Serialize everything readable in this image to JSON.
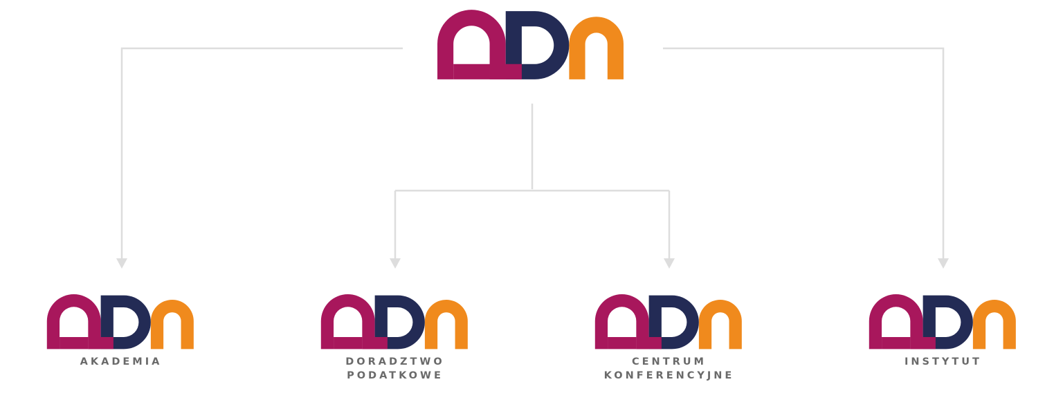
{
  "brand": {
    "name": "ADN",
    "colors": {
      "magenta": "#A8175C",
      "navy": "#232B55",
      "orange": "#F08A1D",
      "connector": "#DDDDDD",
      "label": "#6A6A6A"
    }
  },
  "diagram": {
    "root": {
      "label": "ADN"
    },
    "children": [
      {
        "id": "akademia",
        "label_lines": [
          "AKADEMIA"
        ]
      },
      {
        "id": "doradztwo",
        "label_lines": [
          "DORADZTWO",
          "PODATKOWE"
        ]
      },
      {
        "id": "centrum",
        "label_lines": [
          "CENTRUM",
          "KONFERENCYJNE"
        ]
      },
      {
        "id": "instytut",
        "label_lines": [
          "INSTYTUT"
        ]
      }
    ]
  }
}
